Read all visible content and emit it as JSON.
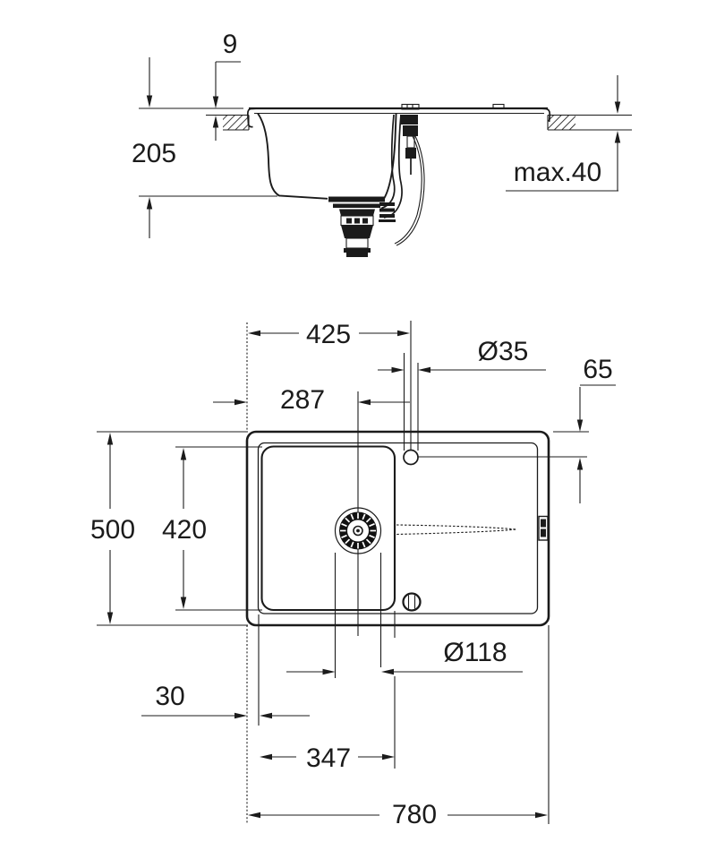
{
  "side_view": {
    "labels": {
      "rim_height": "9",
      "bowl_depth": "205",
      "countertop_thickness": "max.40"
    }
  },
  "plan_view": {
    "labels": {
      "faucet_center_from_left": "425",
      "faucet_hole_diameter": "Ø35",
      "faucet_center_from_edge": "65",
      "drain_center_from_left": "287",
      "overall_depth": "500",
      "bowl_inner_depth": "420",
      "drain_diameter": "Ø118",
      "bowl_offset_from_edge": "30",
      "bowl_inner_width": "347",
      "overall_width": "780"
    }
  }
}
